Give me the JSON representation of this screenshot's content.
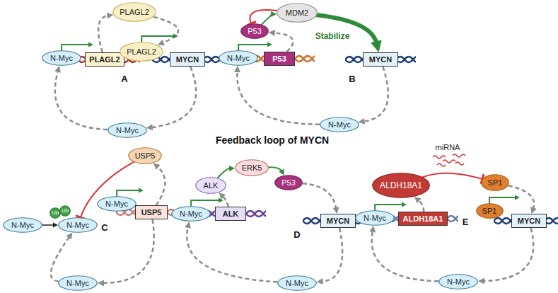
{
  "diagram": {
    "title": "Feedback loop of MYCN",
    "nodes": [
      {
        "text": [
          "PLAGL2"
        ]
      },
      {
        "text": [
          "N-Myc"
        ]
      },
      {
        "text": [
          "PLAGL2"
        ]
      },
      {
        "text": [
          "PLAGL2"
        ]
      },
      {
        "text": [
          "MYCN"
        ]
      },
      {
        "text": [
          "N-Myc"
        ]
      },
      {
        "text": [
          "MDM2"
        ]
      },
      {
        "text": [
          "P53"
        ]
      },
      {
        "text": [
          "N-Myc"
        ]
      },
      {
        "text": [
          "P53"
        ]
      },
      {
        "text": [
          "MYCN"
        ]
      },
      {
        "text": [
          "N-Myc"
        ]
      },
      {
        "text": [
          "USP5"
        ]
      },
      {
        "text": [
          "Ub"
        ]
      },
      {
        "text": [
          "Ub"
        ]
      },
      {
        "text": [
          "N-Myc"
        ]
      },
      {
        "text": [
          "N-Myc"
        ]
      },
      {
        "text": [
          "N-Myc"
        ]
      },
      {
        "text": [
          "USP5"
        ]
      },
      {
        "text": [
          "N-Myc"
        ]
      },
      {
        "text": [
          "ALK"
        ]
      },
      {
        "text": [
          "ERK5"
        ]
      },
      {
        "text": [
          "P53"
        ]
      },
      {
        "text": [
          "N-Myc"
        ]
      },
      {
        "text": [
          "ALK"
        ]
      },
      {
        "text": [
          "MYCN"
        ]
      },
      {
        "text": [
          "N-Myc"
        ]
      },
      {
        "text": [
          "ALDH18A1"
        ]
      },
      {
        "text": [
          "SP1"
        ]
      },
      {
        "text": [
          "N-Myc"
        ]
      },
      {
        "text": [
          "ALDH18A1"
        ]
      },
      {
        "text": [
          "SP1"
        ]
      },
      {
        "text": [
          "MYCN"
        ]
      },
      {
        "text": [
          "N-Myc"
        ]
      }
    ],
    "edges": [
      {
        "from": 2,
        "to": 0,
        "arrow": "to"
      },
      {
        "from": 0,
        "to": 3,
        "arrow": "to"
      },
      {
        "from": 3,
        "to": 4,
        "arrow": "to"
      },
      {
        "from": 4,
        "to": 5,
        "arrow": "to"
      },
      {
        "from": 5,
        "to": 1,
        "arrow": "to"
      },
      {
        "from": 1,
        "to": 2,
        "arrow": "to"
      },
      {
        "from": 9,
        "to": 7,
        "arrow": "to"
      },
      {
        "from": 7,
        "to": 6,
        "arrow": "to"
      },
      {
        "from": 6,
        "to": 7,
        "arrow": "to"
      },
      {
        "from": 6,
        "to": 10,
        "label": "Stabilize",
        "arrow": "to"
      },
      {
        "from": 10,
        "to": 11,
        "arrow": "to"
      },
      {
        "from": 11,
        "to": 8,
        "arrow": "to"
      },
      {
        "from": 8,
        "to": 9,
        "arrow": "to"
      },
      {
        "from": 18,
        "to": 12,
        "arrow": "to"
      },
      {
        "from": 12,
        "to": 16,
        "arrow": "to"
      },
      {
        "from": 15,
        "to": 16,
        "arrow": "to"
      },
      {
        "from": 18,
        "to": 19,
        "arrow": "to"
      },
      {
        "from": 19,
        "to": 16,
        "arrow": "to"
      },
      {
        "from": 17,
        "to": 18,
        "arrow": "to"
      },
      {
        "from": 24,
        "to": 20,
        "arrow": "to"
      },
      {
        "from": 20,
        "to": 21,
        "arrow": "to"
      },
      {
        "from": 21,
        "to": 22,
        "arrow": "to"
      },
      {
        "from": 22,
        "to": 25,
        "arrow": "to"
      },
      {
        "from": 25,
        "to": 26,
        "arrow": "to"
      },
      {
        "from": 26,
        "to": 23,
        "arrow": "to"
      },
      {
        "from": 23,
        "to": 24,
        "arrow": "to"
      },
      {
        "from": 30,
        "to": 27,
        "arrow": "to"
      },
      {
        "from": 27,
        "to": 28,
        "arrow": "to"
      },
      {
        "from": 28,
        "to": 32,
        "arrow": "to"
      },
      {
        "from": 31,
        "to": 32,
        "arrow": "to"
      },
      {
        "from": 32,
        "to": 33,
        "arrow": "to"
      },
      {
        "from": 33,
        "to": 29,
        "arrow": "to"
      },
      {
        "from": 29,
        "to": 30,
        "arrow": "to"
      }
    ],
    "labels": [
      "A",
      "B",
      "C",
      "D",
      "miRNA",
      "E"
    ]
  }
}
